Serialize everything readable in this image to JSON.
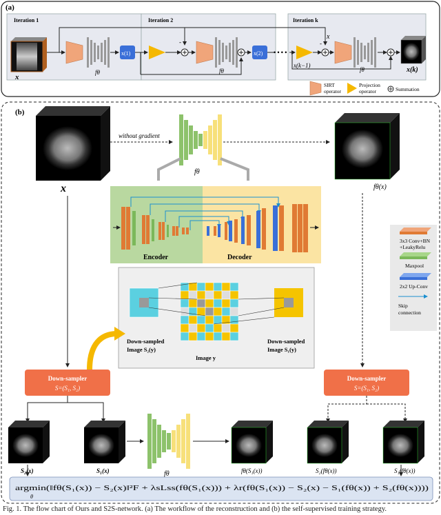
{
  "panel_a": {
    "label": "(a)",
    "iter1": "Iteration 1",
    "iter2": "Iteration 2",
    "iterk": "Iteration k",
    "x": "x",
    "x_top": "x",
    "f_theta": "fθ",
    "x1": "x(1)",
    "x2": "x(2)",
    "xk1": "x(k−1)",
    "xk": "x(k)",
    "minus": "-",
    "plus": "+",
    "dots": "• • • •",
    "legend": {
      "sirt": "SIRT operator",
      "sirt_l1": "SIRT",
      "sirt_l2": "operator",
      "proj_l1": "Projection",
      "proj_l2": "operator",
      "sum": "Summation"
    }
  },
  "panel_b": {
    "label": "(b)",
    "x": "x",
    "without_gradient": "without gradient",
    "f_theta": "fθ",
    "f_theta_x": "fθ(x)",
    "encoder": "Encoder",
    "decoder": "Decoder",
    "legend": {
      "conv_l1": "3x3 Conv+BN",
      "conv_l2": "+LeakyRelu",
      "maxpool": "Maxpool",
      "upconv": "2x2 Up-Conv",
      "skip_l1": "Skip",
      "skip_l2": "connection"
    },
    "ds2_l1": "Down-sampled",
    "ds2_l2": "Image S₂(y)",
    "ds1_l1": "Down-sampled",
    "ds1_l2": "Image S₁(y)",
    "image_y": "Image y",
    "downsampler_title": "Down-sampler",
    "downsampler_sub": "S=(S₁, S₂)",
    "s2x": "S₂(x)",
    "s1x": "S₁(x)",
    "f_theta_s1x": "fθ(S₁(x))",
    "s2fx": "S₂(fθ(x))",
    "s1fx": "S₁(fθ(x))",
    "loss": "argmin(‖fθ(S₁(x)) − S₂(x)‖²F + λsLss(fθ(S₁(x))) + λr(fθ(S₁(x)) − S₂(x) − S₁(fθ(x)) + S₂(fθ(x))))",
    "loss_sub": "θ"
  },
  "caption": "Fig. 1. The flow chart of Ours and S2S-network. (a) The workflow of the reconstruction and (b) the self-supervised training strategy."
}
